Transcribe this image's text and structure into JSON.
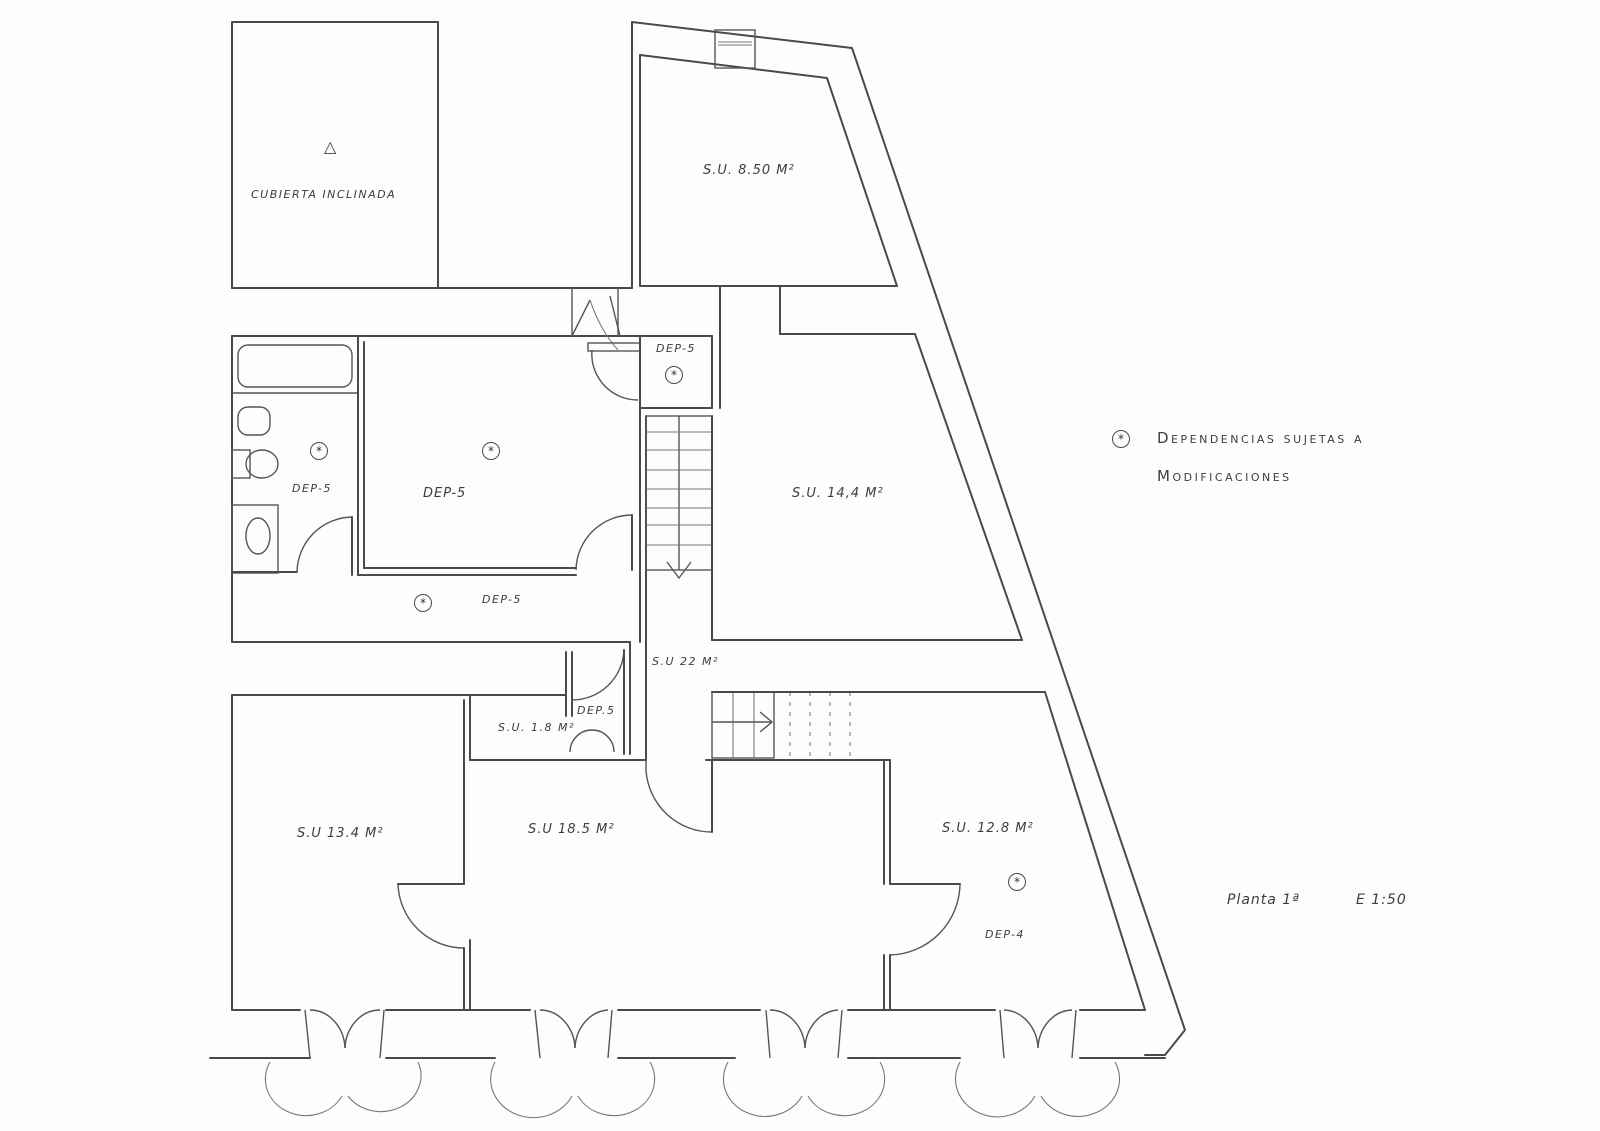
{
  "plan": {
    "title": "Planta 1ª",
    "scale": "E 1:50",
    "colors": {
      "ink": "#4a4a4a",
      "paper": "#fdfdfd"
    }
  },
  "legend": {
    "symbol": "⊛",
    "line1": "Dependencias sujetas a",
    "line2": "Modificaciones"
  },
  "rooms": {
    "roof": {
      "symbol": "△",
      "label": "CUBIERTA INCLINADA"
    },
    "top_right": {
      "label": "S.U. 8.50 M²"
    },
    "dep5_hall": {
      "label": "DEP-5"
    },
    "bath": {
      "label": "DEP-5"
    },
    "bedroom": {
      "label": "DEP-5"
    },
    "corridor": {
      "label": "DEP-5"
    },
    "large_right": {
      "label": "S.U. 14,4 M²"
    },
    "stair_hall": {
      "label": "S.U 22 M²"
    },
    "small_closet": {
      "label": "S.U. 1.8 M²"
    },
    "small_dep": {
      "label": "DEP.5"
    },
    "bottom_left": {
      "label": "S.U 13.4 M²"
    },
    "bottom_center": {
      "label": "S.U 18.5 M²"
    },
    "bottom_right": {
      "label": "S.U. 12.8 M²",
      "dep": "DEP-4"
    }
  },
  "markers": [
    "*",
    "*",
    "*",
    "*",
    "*",
    "*"
  ]
}
